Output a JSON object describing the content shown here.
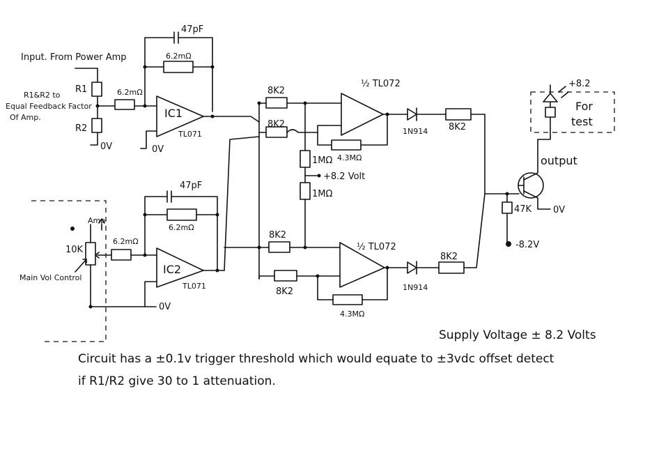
{
  "labels": {
    "input": "Input. From Power Amp",
    "r1r2_note_1": "R1&R2 to",
    "r1r2_note_2": "Equal Feedback Factor",
    "r1r2_note_3": "Of Amp.",
    "r1": "R1",
    "r2": "R2",
    "ov": "0V",
    "cap1": "47pF",
    "cap2": "47pF",
    "fb1": "6.2mΩ",
    "fb2": "6.2mΩ",
    "rin1": "6.2mΩ",
    "rin2": "6.2mΩ",
    "ic1": "IC1",
    "ic2": "IC2",
    "tl071_1": "TL071",
    "tl071_2": "TL071",
    "half_top": "½ TL072",
    "half_bot": "½ TL072",
    "r8k2_a": "8K2",
    "r8k2_b": "8K2",
    "r8k2_c": "8K2",
    "r8k2_d": "8K2",
    "r8k2_out1": "8K2",
    "r8k2_out2": "8K2",
    "r1m_a": "1MΩ",
    "r1m_b": "1MΩ",
    "plus82": "+8.2 Volt",
    "rf_top": "4.3MΩ",
    "rf_bot": "4.3MΩ",
    "d_top": "1N914",
    "d_bot": "1N914",
    "pot": "10K",
    "amp": "Amp",
    "mainvol": "Main Vol Control",
    "r47k": "47K",
    "ov_out": "0V",
    "minus82": "-8.2V",
    "output": "output",
    "plus82_led": "+8.2",
    "for": "For",
    "test": "test",
    "supply": "Supply Voltage ± 8.2 Volts",
    "note1": "Circuit has a ±0.1v trigger threshold which would equate to ±3vdc offset detect",
    "note2": "if R1/R2 give 30 to 1 attenuation."
  }
}
